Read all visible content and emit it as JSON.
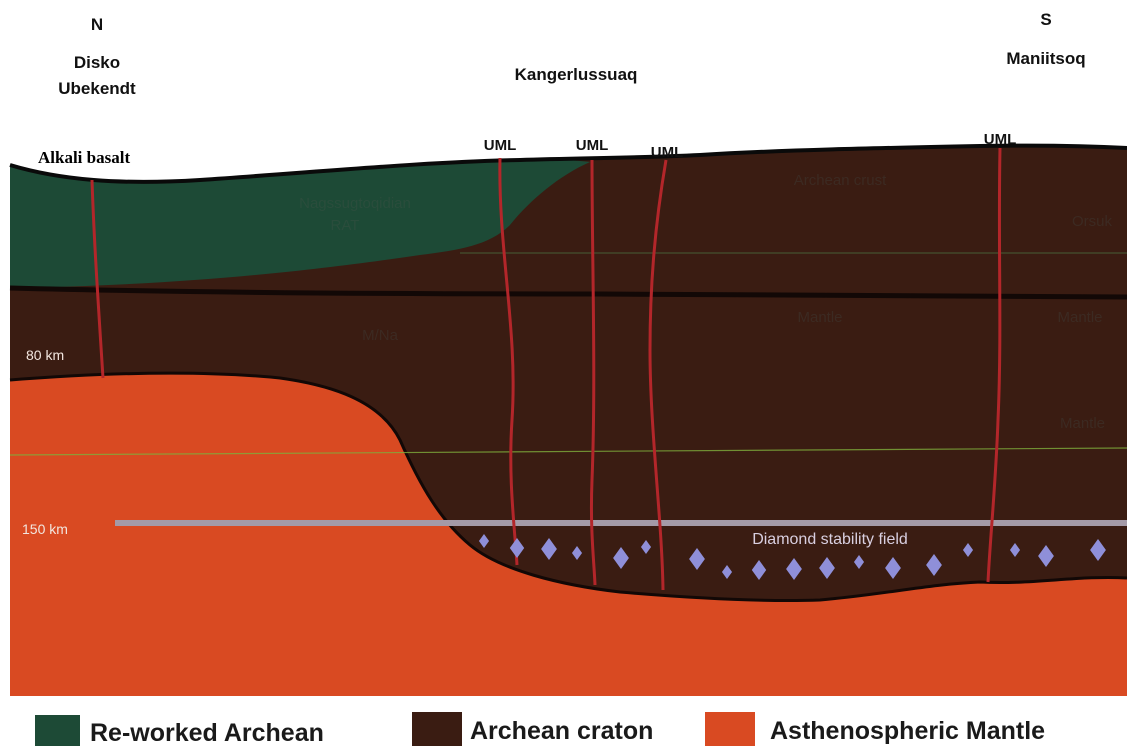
{
  "header": {
    "north": {
      "dir": "N",
      "place_line1": "Disko",
      "place_line2": "Ubekendt"
    },
    "center": {
      "place": "Kangerlussuaq"
    },
    "south": {
      "dir": "S",
      "place": "Maniitsoq"
    }
  },
  "labels": {
    "alkali_basalt": "Alkali basalt",
    "uml": [
      "UML",
      "UML",
      "UML",
      "UML"
    ],
    "nagssugtoqidian_line1": "Nagssugtoqidian",
    "nagssugtoqidian_line2": "RAT",
    "depth_80": "80 km",
    "depth_150": "150 km",
    "diamond_field": "Diamond stability field",
    "archean_crust": "Archean crust",
    "archean_mantle_mid": "Mantle",
    "orsuk_partial": "Orsuk",
    "mantle_partial": "Mantle",
    "nagssug_mantle": "M/Na"
  },
  "legend": [
    {
      "label": "Re-worked Archean",
      "color": "#1d4a36"
    },
    {
      "label": "Archean craton",
      "color": "#3a1c12"
    },
    {
      "label": "Asthenospheric Mantle",
      "color": "#d94a22"
    }
  ],
  "colors": {
    "reworked": "#1d4a36",
    "craton": "#3a1c12",
    "asthenosphere": "#d94a22",
    "diamond": "#8f8fd9",
    "dyke": "#b3262a",
    "depth_line": "#a49aa7"
  }
}
